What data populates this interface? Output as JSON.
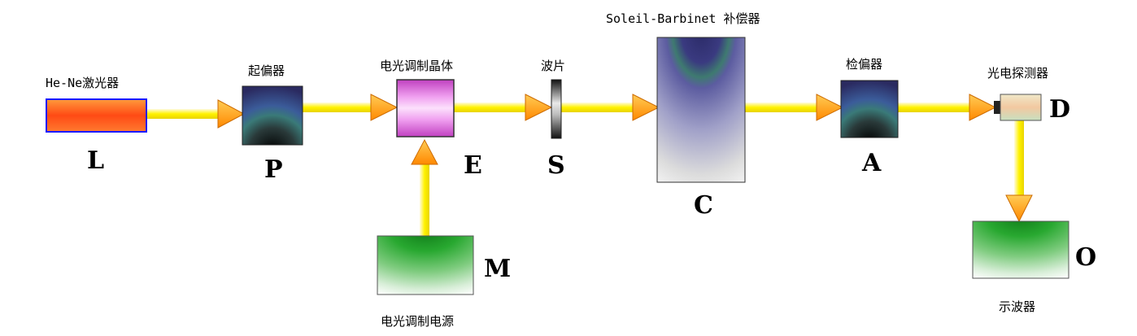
{
  "components": {
    "laser": {
      "name": "He-Ne激光器",
      "symbol": "L"
    },
    "polarizer": {
      "name": "起偏器",
      "symbol": "P"
    },
    "eo_crystal": {
      "name": "电光调制晶体",
      "symbol": "E"
    },
    "waveplate": {
      "name": "波片",
      "symbol": "S"
    },
    "compensator": {
      "name": "Soleil-Barbinet 补偿器",
      "symbol": "C"
    },
    "analyzer": {
      "name": "检偏器",
      "symbol": "A"
    },
    "detector": {
      "name": "光电探测器",
      "symbol": "D"
    },
    "modulator": {
      "name": "电光调制电源",
      "symbol": "M"
    },
    "oscilloscope": {
      "name": "示波器",
      "symbol": "O"
    }
  },
  "colors": {
    "beam": "#fff200",
    "arrow": "#ff9900",
    "laser": "#ff5a1e",
    "crystal": "#e070e0",
    "green": "#22a52a",
    "dark": "#223344"
  }
}
